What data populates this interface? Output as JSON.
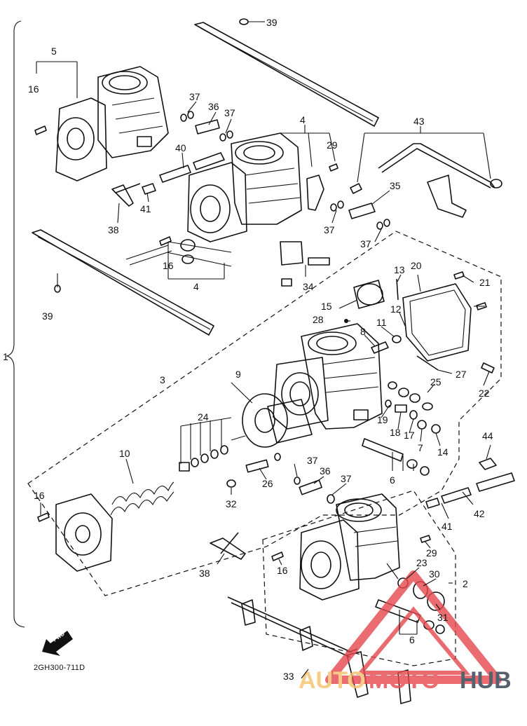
{
  "drawing_code": "2GH300-711D",
  "fwd_label": "FWD",
  "watermark": {
    "auto": "AUTO",
    "moto": "MOTO",
    "hub": "HUB"
  },
  "callouts": {
    "c1": "1",
    "c2": "2",
    "c3": "3",
    "c4a": "4",
    "c4b": "4",
    "c5": "5",
    "c6a": "6",
    "c6b": "6",
    "c7": "7",
    "c8": "8",
    "c9": "9",
    "c10": "10",
    "c11": "11",
    "c12": "12",
    "c13": "13",
    "c14": "14",
    "c15": "15",
    "c16a": "16",
    "c16b": "16",
    "c16c": "16",
    "c16d": "16",
    "c17": "17",
    "c18": "18",
    "c19": "19",
    "c20": "20",
    "c21": "21",
    "c22": "22",
    "c23": "23",
    "c24": "24",
    "c25": "25",
    "c26": "26",
    "c27": "27",
    "c28": "28",
    "c29a": "29",
    "c29b": "29",
    "c30": "30",
    "c31": "31",
    "c32": "32",
    "c33": "33",
    "c34": "34",
    "c35": "35",
    "c36a": "36",
    "c36b": "36",
    "c37a": "37",
    "c37b": "37",
    "c37c": "37",
    "c37d": "37",
    "c37e": "37",
    "c37f": "37",
    "c38a": "38",
    "c38b": "38",
    "c39a": "39",
    "c39b": "39",
    "c40": "40",
    "c41a": "41",
    "c41b": "41",
    "c42": "42",
    "c43": "43",
    "c44": "44"
  },
  "colors": {
    "ink": "#111111",
    "watermark_red": "#e5484d",
    "watermark_yellow": "#f4c06a",
    "watermark_dark": "#2a3a4a"
  }
}
